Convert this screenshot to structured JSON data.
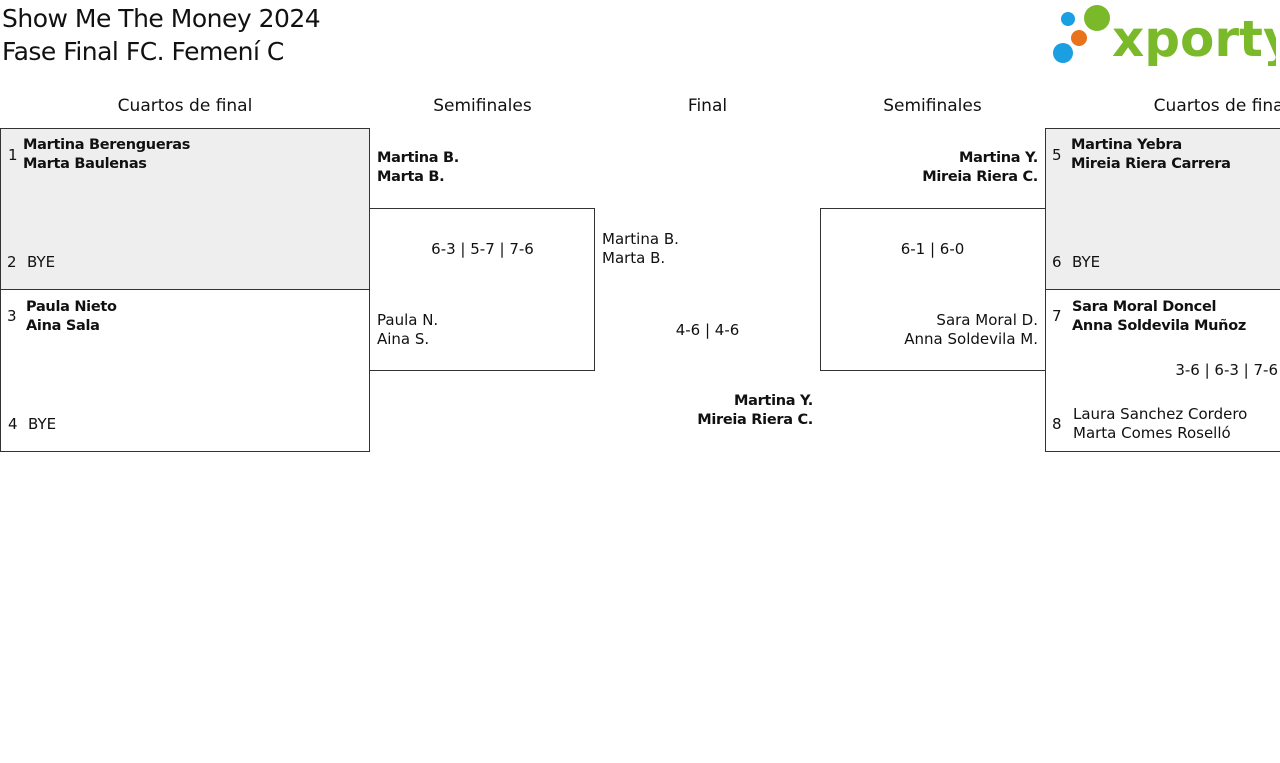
{
  "header": {
    "title": "Show Me The Money 2024",
    "subtitle": "Fase Final FC. Femení C",
    "logo_text": "xporty"
  },
  "colors": {
    "logo_green": "#7ab929",
    "logo_blue": "#1a9fe3",
    "logo_orange": "#e8731b",
    "box_bg": "#eeeeee"
  },
  "rounds": {
    "left_qf": "Cuartos de final",
    "left_sf": "Semifinales",
    "final": "Final",
    "right_sf": "Semifinales",
    "right_qf": "Cuartos de final"
  },
  "qf_left": {
    "slot1": {
      "seed": "1",
      "p1": "Martina Berengueras",
      "p2": "Marta Baulenas"
    },
    "slot2": {
      "seed": "2",
      "p1": "BYE"
    },
    "slot3": {
      "seed": "3",
      "p1": "Paula Nieto",
      "p2": "Aina Sala"
    },
    "slot4": {
      "seed": "4",
      "p1": "BYE"
    }
  },
  "qf_right": {
    "slot5": {
      "seed": "5",
      "p1": "Martina Yebra",
      "p2": "Mireia Riera Carrera"
    },
    "slot6": {
      "seed": "6",
      "p1": "BYE"
    },
    "slot7": {
      "seed": "7",
      "p1": "Sara Moral Doncel",
      "p2": "Anna Soldevila Muñoz"
    },
    "slot8": {
      "seed": "8",
      "p1": "Laura Sanchez Cordero",
      "p2": "Marta Comes Roselló"
    },
    "score_7_8": "3-6 | 6-3 | 7-6"
  },
  "sf_left": {
    "top": {
      "p1": "Martina B.",
      "p2": "Marta B."
    },
    "bottom": {
      "p1": "Paula N.",
      "p2": "Aina S."
    },
    "score": "6-3 | 5-7 | 7-6"
  },
  "sf_right": {
    "top": {
      "p1": "Martina Y.",
      "p2": "Mireia Riera C."
    },
    "bottom": {
      "p1": "Sara Moral D.",
      "p2": "Anna Soldevila M."
    },
    "score": "6-1 | 6-0"
  },
  "final": {
    "top": {
      "p1": "Martina B.",
      "p2": "Marta B."
    },
    "bottom": {
      "p1": "Martina Y.",
      "p2": "Mireia Riera C."
    },
    "score": "4-6 | 4-6"
  }
}
